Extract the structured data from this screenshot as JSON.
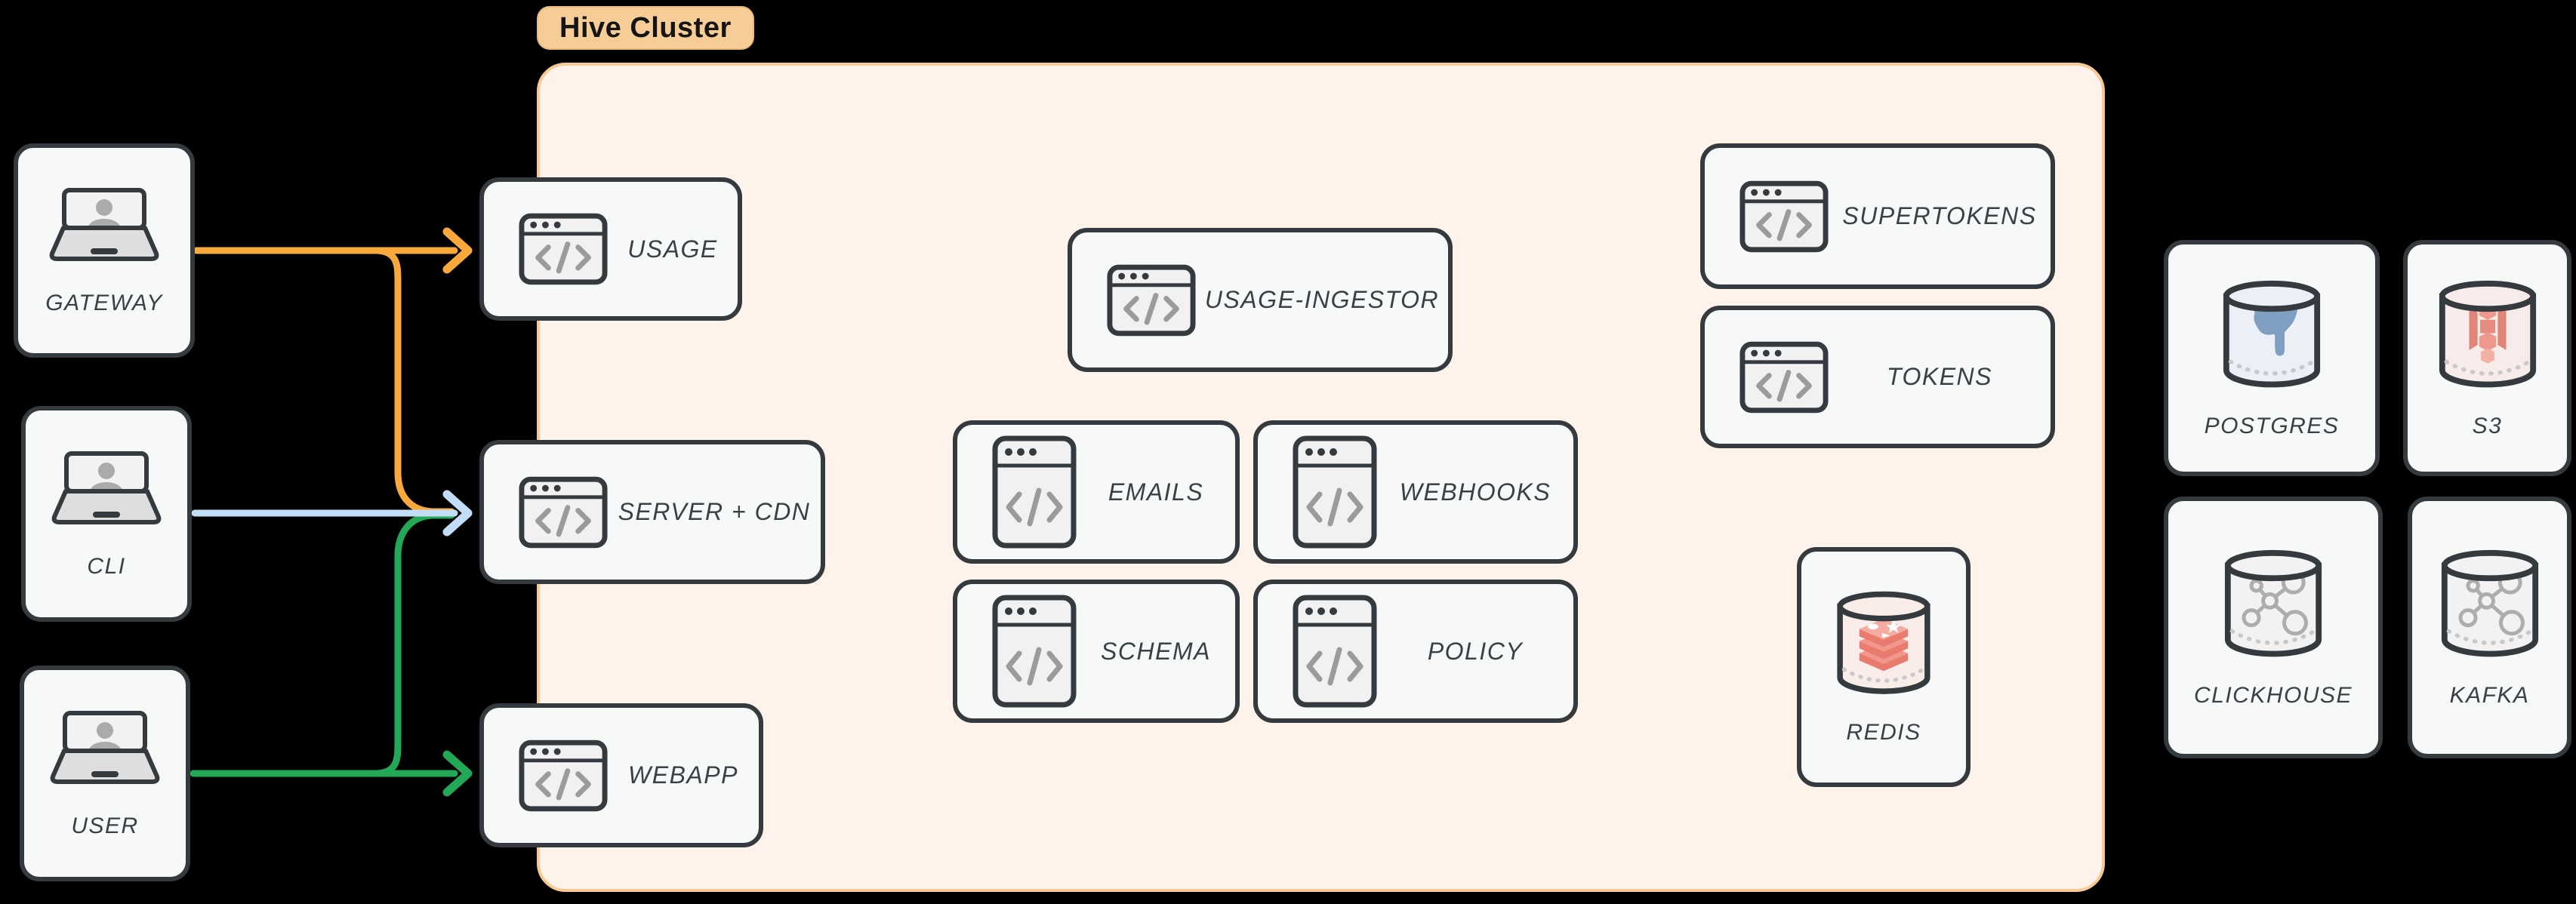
{
  "badge": {
    "label": "Hive Cluster",
    "bg": "#F7CD97"
  },
  "actors": [
    {
      "id": "gateway",
      "label": "GATEWAY",
      "icon": "laptop-user-icon"
    },
    {
      "id": "cli",
      "label": "CLI",
      "icon": "laptop-user-icon"
    },
    {
      "id": "user",
      "label": "USER",
      "icon": "laptop-user-icon"
    }
  ],
  "cluster": {
    "label": "Hive Cluster",
    "bg": "#FDF3EA",
    "border": "#F8C992",
    "services": [
      {
        "id": "usage",
        "label": "USAGE",
        "icon": "code-window-icon"
      },
      {
        "id": "server-cdn",
        "label": "SERVER + CDN",
        "icon": "code-window-icon"
      },
      {
        "id": "webapp",
        "label": "WEBAPP",
        "icon": "code-window-icon"
      },
      {
        "id": "usage-ingestor",
        "label": "USAGE-INGESTOR",
        "icon": "code-window-icon"
      },
      {
        "id": "emails",
        "label": "EMAILS",
        "icon": "code-window-icon"
      },
      {
        "id": "webhooks",
        "label": "WEBHOOKS",
        "icon": "code-window-icon"
      },
      {
        "id": "schema",
        "label": "SCHEMA",
        "icon": "code-window-icon"
      },
      {
        "id": "policy",
        "label": "POLICY",
        "icon": "code-window-icon"
      },
      {
        "id": "supertokens",
        "label": "SUPERTOKENS",
        "icon": "code-window-icon"
      },
      {
        "id": "tokens",
        "label": "TOKENS",
        "icon": "code-window-icon"
      },
      {
        "id": "redis",
        "label": "REDIS",
        "icon": "redis-database-icon"
      }
    ]
  },
  "external": [
    {
      "id": "postgres",
      "label": "POSTGRES",
      "icon": "postgres-database-icon"
    },
    {
      "id": "s3",
      "label": "S3",
      "icon": "s3-database-icon"
    },
    {
      "id": "clickhouse",
      "label": "CLICKHOUSE",
      "icon": "clickhouse-database-icon"
    },
    {
      "id": "kafka",
      "label": "KAFKA",
      "icon": "kafka-database-icon"
    }
  ],
  "arrows": [
    {
      "from": "GATEWAY",
      "to": "USAGE",
      "color": "#F9A83C"
    },
    {
      "from": "GATEWAY",
      "to": "SERVER + CDN",
      "color": "#F9A83C"
    },
    {
      "from": "CLI",
      "to": "SERVER + CDN",
      "color": "#C3DDF6"
    },
    {
      "from": "USER",
      "to": "SERVER + CDN",
      "color": "#22A857"
    },
    {
      "from": "USER",
      "to": "WEBAPP",
      "color": "#22A857"
    }
  ],
  "colors": {
    "canvas_background": "#000000",
    "node_border": "#343A3E",
    "node_fill": "#F7F8F8",
    "label_text": "#3A4146"
  }
}
